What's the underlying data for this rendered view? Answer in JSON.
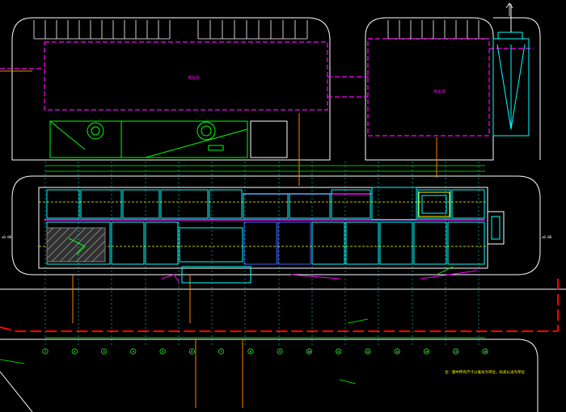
{
  "drawing": {
    "background_color": "#000000",
    "colors": {
      "outline": "#ffffff",
      "magenta": "#ff00ff",
      "cyan": "#00ffff",
      "yellow": "#ffff00",
      "green": "#00ff00",
      "red": "#ff0000",
      "orange": "#ff7f00",
      "blue": "#4060ff",
      "gray": "#808080"
    },
    "labels": {
      "parking_top_left": "停车场",
      "parking_top_right": "停车场",
      "notes_caption": "注：图中所有尺寸以毫米为单位，标高以米为单位",
      "elevation_left": "±0.00",
      "elevation_right": "±0.00"
    },
    "axis_bubbles": [
      "1",
      "2",
      "3",
      "4",
      "5",
      "6",
      "7",
      "8",
      "9",
      "10",
      "11",
      "12",
      "13",
      "14",
      "15",
      "16"
    ],
    "north_arrow": "north-arrow-icon"
  }
}
